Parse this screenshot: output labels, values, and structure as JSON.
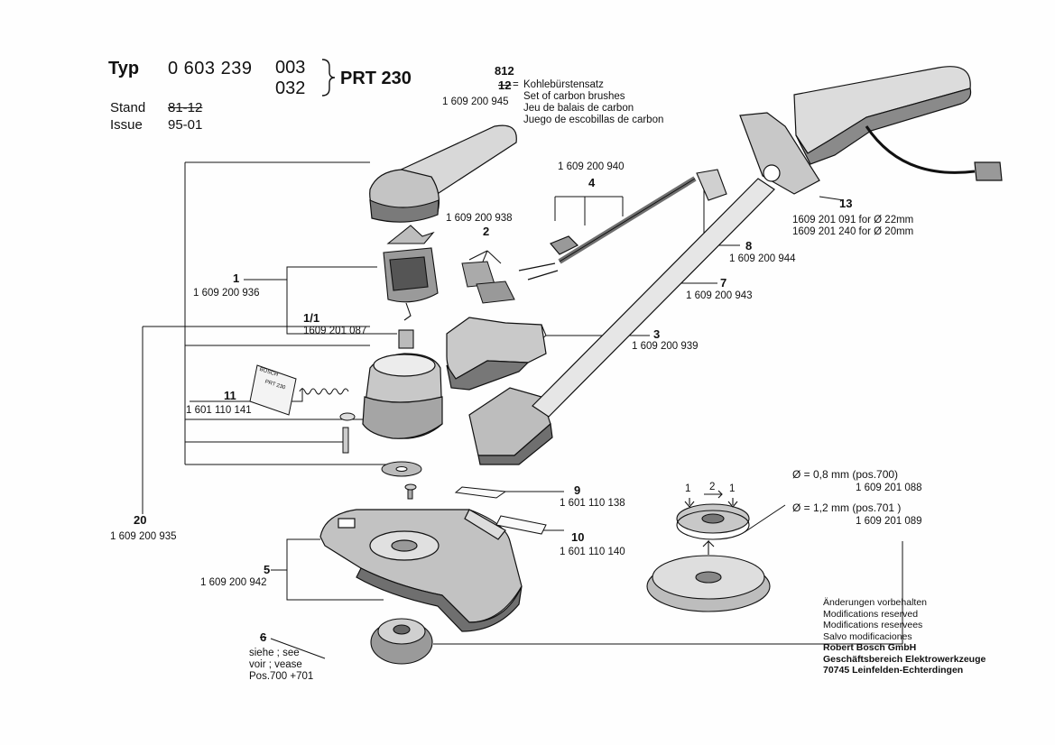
{
  "header": {
    "typ_label": "Typ",
    "typ_number": "0 603 239",
    "variant_1": "003",
    "variant_2": "032",
    "model": "PRT 230",
    "stand_label": "Stand",
    "stand_value": "81-12",
    "issue_label": "Issue",
    "issue_value": "95-01"
  },
  "carbon": {
    "new_pos": "812",
    "old_pos": "12",
    "eq": "=",
    "part": "1 609 200 945",
    "lines": [
      "Kohlebürstensatz",
      "Set of carbon brushes",
      "Jeu de balais de carbon",
      "Juego de escobillas de carbon"
    ]
  },
  "parts": [
    {
      "pos": "1",
      "number": "1 609 200 936"
    },
    {
      "pos": "1/1",
      "number": "1609 201 087"
    },
    {
      "pos": "2",
      "number": "1 609 200 938"
    },
    {
      "pos": "3",
      "number": "1 609 200 939"
    },
    {
      "pos": "4",
      "number": "1 609 200 940"
    },
    {
      "pos": "5",
      "number": "1 609 200 942"
    },
    {
      "pos": "6",
      "note": [
        "siehe ; see",
        "voir ; vease",
        "Pos.700 +701"
      ]
    },
    {
      "pos": "7",
      "number": "1 609 200 943"
    },
    {
      "pos": "8",
      "number": "1 609 200 944"
    },
    {
      "pos": "9",
      "number": "1 601 110 138"
    },
    {
      "pos": "10",
      "number": "1 601 110 140"
    },
    {
      "pos": "11",
      "number": "1 601 110 141"
    },
    {
      "pos": "13",
      "numbers": [
        "1609 201 091  for Ø 22mm",
        "1609 201 240  for Ø 20mm"
      ]
    },
    {
      "pos": "20",
      "number": "1 609 200 935"
    }
  ],
  "spool": {
    "line_700": "Ø = 0,8 mm  (pos.700)",
    "number_700": "1 609 201 088",
    "line_701": "Ø = 1,2 mm  (pos.701 )",
    "number_701": "1 609 201 089",
    "arrow_1a": "1",
    "arrow_2": "2",
    "arrow_1b": "1"
  },
  "label_card": {
    "line1": "BOSCH",
    "line2": "PRT 230"
  },
  "notes": [
    "Änderungen vorbehalten",
    "Modifications reserved",
    "Modifications reservees",
    "Salvo modificaciones",
    "Robert Bosch GmbH",
    "Geschäftsbereich Elektrowerkzeuge",
    "70745 Leinfelden-Echterdingen"
  ],
  "colors": {
    "ink": "#111111",
    "paper": "#fefefe",
    "shade": "#6f6f6f",
    "mid": "#a8a8a8",
    "light": "#d8d8d8"
  }
}
